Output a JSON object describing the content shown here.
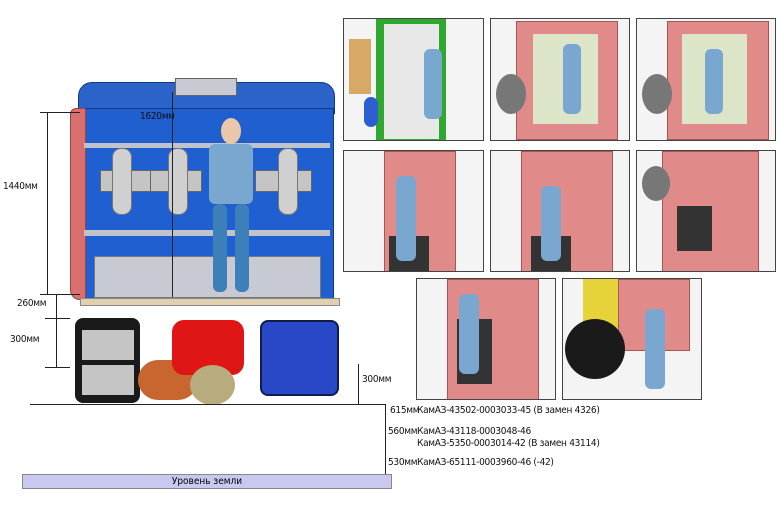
{
  "dimensions": {
    "cab_width": "1620мм",
    "cab_height": "1440мм",
    "floor_gap": "260мм",
    "step_left": "300мм",
    "step_right": "300мм"
  },
  "ground_label": "Уровень земли",
  "models": [
    {
      "height": "615мм",
      "lines": [
        "КамАЗ-43502-0003033-45 (В замен 4326)"
      ]
    },
    {
      "height": "560мм",
      "lines": [
        "КамАЗ-43118-0003048-46",
        "КамАЗ-5350-0003014-42  (В замен 43114)"
      ]
    },
    {
      "height": "530мм",
      "lines": [
        "КамАЗ-65111-0003960-46 (-42)"
      ]
    }
  ],
  "colors": {
    "cab_blue": "#1f5fd0",
    "cab_red": "#d97070",
    "ground": "#c8c8f0"
  }
}
